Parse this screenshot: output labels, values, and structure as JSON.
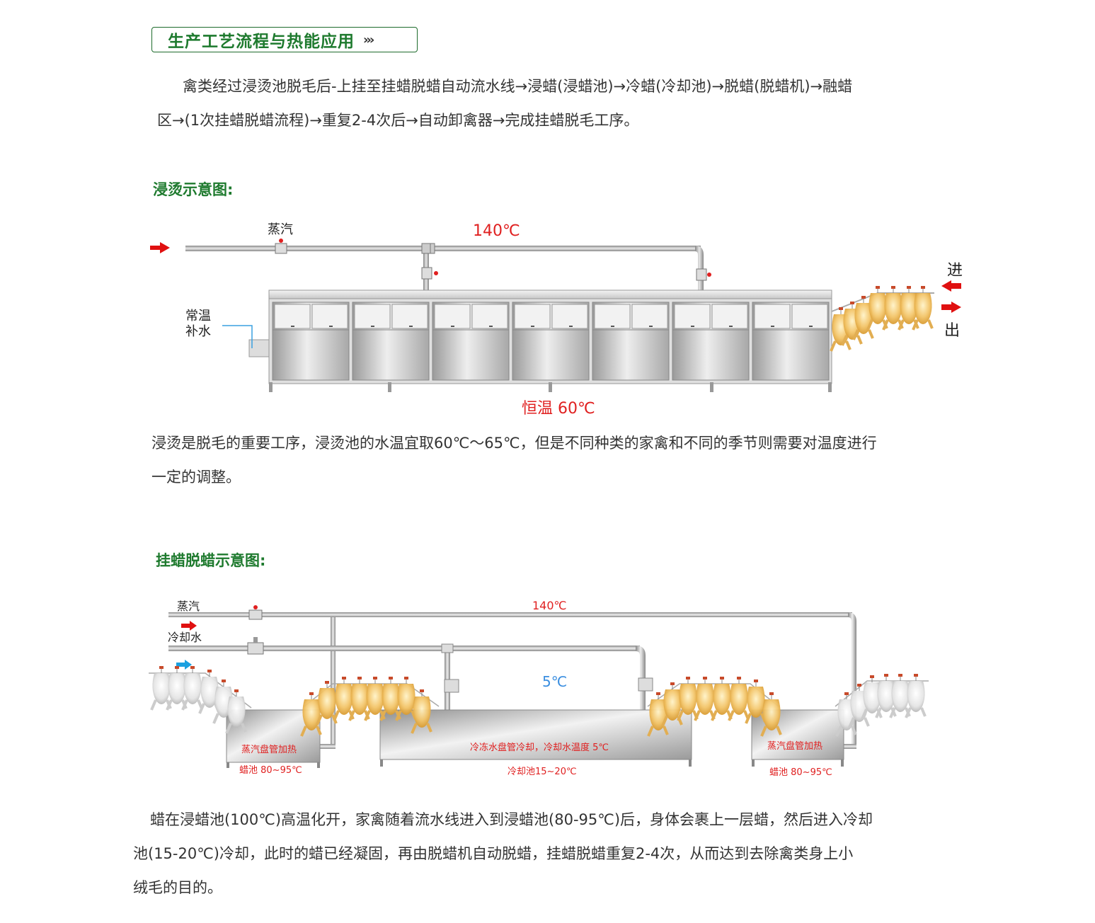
{
  "section_title": "生产工艺流程与热能应用",
  "section_title_icon": "triple-chevron-icon",
  "intro": {
    "line1": "禽类经过浸烫池脱毛后-上挂至挂蜡脱蜡自动流水线→浸蜡(浸蜡池)→冷蜡(冷却池)→脱蜡(脱蜡机)→融蜡",
    "line2": "区→(1次挂蜡脱蜡流程)→重复2-4次后→自动卸禽器→完成挂蜡脱毛工序。"
  },
  "scald": {
    "heading": "浸烫示意图:",
    "steam_label": "蒸汽",
    "steam_temp": "140℃",
    "water_label_1": "常温",
    "water_label_2": "补水",
    "in_label": "进",
    "out_label": "出",
    "tank_temp": "恒温 60℃",
    "desc_line1": "浸烫是脱毛的重要工序，浸烫池的水温宜取60℃～65℃，但是不同种类的家禽和不同的季节则需要对温度进行",
    "desc_line2": "一定的调整。"
  },
  "wax": {
    "heading": "挂蜡脱蜡示意图:",
    "steam_label": "蒸汽",
    "steam_temp": "140℃",
    "cooling_label": "冷却水",
    "cool_temp": "5℃",
    "left_tank_inner": "蒸汽盘管加热",
    "left_tank_caption": "蜡池 80~95℃",
    "mid_tank_inner": "冷冻水盘管冷却，冷却水温度 5℃",
    "mid_tank_caption": "冷却池15~20℃",
    "right_tank_inner": "蒸汽盘管加热",
    "right_tank_caption": "蜡池 80~95℃",
    "desc_line1": "蜡在浸蜡池(100℃)高温化开，家禽随着流水线进入到浸蜡池(80-95℃)后，身体会裹上一层蜡，然后进入冷却",
    "desc_line2": "池(15-20℃)冷却，此时的蜡已经凝固，再由脱蜡机自动脱蜡，挂蜡脱蜡重复2-4次，从而达到去除禽类身上小",
    "desc_line3": "绒毛的目的。"
  },
  "colors": {
    "green_heading": "#1e7a2e",
    "red_label": "#e02020",
    "blue_label": "#3a8ee0",
    "arrow_red": "#e01010",
    "arrow_blue": "#1aa0e0"
  }
}
